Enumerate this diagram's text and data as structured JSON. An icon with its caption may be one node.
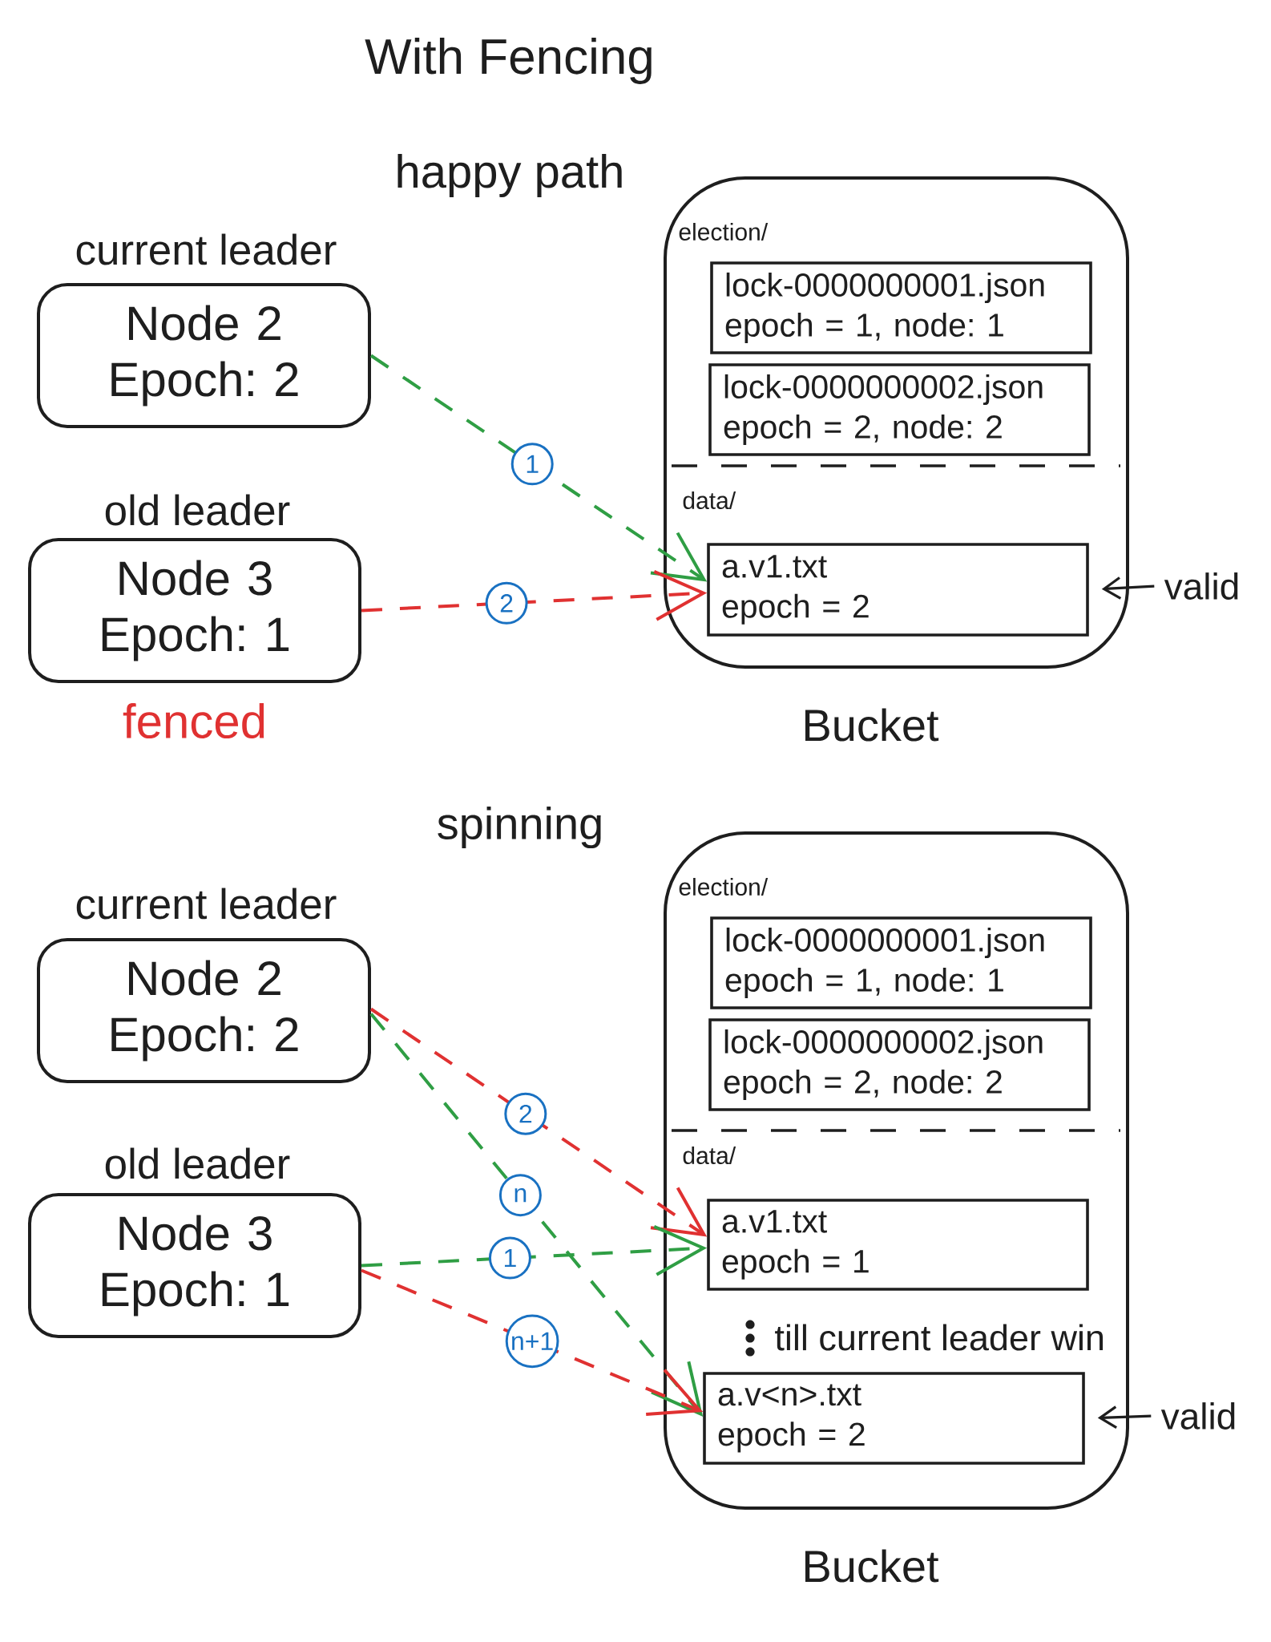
{
  "diagram": {
    "title": "With Fencing",
    "nodes": [
      {
        "text": [
          "current leader",
          "Node 2 Epoch: 2"
        ]
      },
      {
        "text": [
          "old leader",
          "Node 3 Epoch: 1"
        ],
        "beside": [
          "fenced"
        ]
      },
      {
        "text": [
          "election/",
          "data/"
        ],
        "beside": [
          "Bucket"
        ]
      },
      {
        "text": [
          "lock-0000000001.json epoch = 1, node: 1"
        ],
        "in": 2
      },
      {
        "text": [
          "lock-0000000002.json epoch = 2, node: 2"
        ],
        "in": 2
      },
      {
        "text": [
          "a.v1.txt epoch = 2"
        ],
        "in": 2
      },
      {
        "text": [
          "valid"
        ]
      },
      {
        "text": [
          "current leader",
          "Node 2 Epoch: 2"
        ]
      },
      {
        "text": [
          "old leader",
          "Node 3 Epoch: 1"
        ]
      },
      {
        "text": [
          "election/",
          "data/"
        ],
        "beside": [
          "Bucket"
        ]
      },
      {
        "text": [
          "lock-0000000001.json epoch = 1, node: 1"
        ],
        "in": 9
      },
      {
        "text": [
          "lock-0000000002.json epoch = 2, node: 2"
        ],
        "in": 9
      },
      {
        "text": [
          "a.v1.txt epoch = 1"
        ],
        "in": 9
      },
      {
        "text": [
          "a.v<n>.txt epoch = 2"
        ],
        "in": 9
      },
      {
        "text": [
          "valid"
        ]
      }
    ],
    "edges": [
      {
        "from": 0,
        "to": 5,
        "arrow": "to",
        "label": "1",
        "style": "dashed",
        "color": "#2f9e44"
      },
      {
        "from": 1,
        "to": 5,
        "arrow": "to",
        "label": "2",
        "style": "dashed",
        "color": "#e03131"
      },
      {
        "from": 6,
        "to": 5,
        "arrow": "to",
        "color": "#1e1e1e"
      },
      {
        "from": 7,
        "to": 12,
        "arrow": "to",
        "label": "2",
        "style": "dashed",
        "color": "#e03131"
      },
      {
        "from": 7,
        "to": 13,
        "arrow": "to",
        "label": "n",
        "style": "dashed",
        "color": "#2f9e44"
      },
      {
        "from": 8,
        "to": 12,
        "arrow": "to",
        "label": "1",
        "style": "dashed",
        "color": "#2f9e44"
      },
      {
        "from": 8,
        "to": 13,
        "arrow": "to",
        "label": "n+1",
        "style": "dashed",
        "color": "#e03131"
      },
      {
        "from": 14,
        "to": 13,
        "arrow": "to",
        "color": "#1e1e1e"
      }
    ],
    "labels": [
      "happy path",
      "spinning",
      "till current leader win"
    ]
  }
}
